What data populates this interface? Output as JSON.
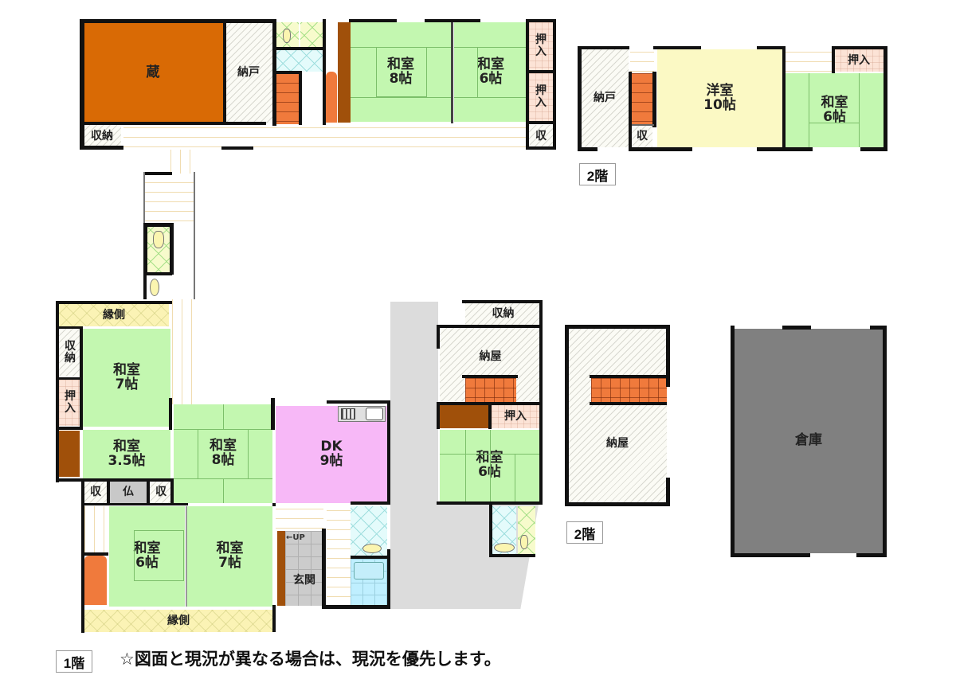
{
  "note": "☆図面と現況が異なる場合は、現況を優先します。",
  "floor_labels": {
    "first": "1階",
    "second_main": "2階",
    "second_barn": "2階"
  },
  "colors": {
    "tatami": "#c3f7b0",
    "kura": "#d96a05",
    "dk": "#f7b8f7",
    "western": "#fbf9c4",
    "storage_hatch": "#fbfbf5",
    "oshiire": "#fce3d6",
    "engawa": "#fbf3b5",
    "stairs": "#f07a3c",
    "warehouse": "#808080",
    "genkan": "#cccccc",
    "driveway": "#dcdcdc",
    "wood": "#a0500a"
  },
  "first_floor_north": {
    "kura": "蔵",
    "nando": "納戸",
    "shuno": "収納",
    "washitsu8": {
      "name": "和室",
      "size": "8帖"
    },
    "washitsu6": {
      "name": "和室",
      "size": "6帖"
    },
    "oshiire_a": "押入",
    "oshiire_b": "押入",
    "shu": "収"
  },
  "second_floor_main": {
    "nando": "納戸",
    "shu": "収",
    "youshitsu": {
      "name": "洋室",
      "size": "10帖"
    },
    "washitsu6": {
      "name": "和室",
      "size": "6帖"
    },
    "oshiire": "押入"
  },
  "first_floor_main": {
    "engawa_top": "縁側",
    "shuno": "収納",
    "oshiire": "押入",
    "washitsu7a": {
      "name": "和室",
      "size": "7帖"
    },
    "washitsu35": {
      "name": "和室",
      "size": "3.5帖"
    },
    "washitsu8": {
      "name": "和室",
      "size": "8帖"
    },
    "dk": {
      "name": "DK",
      "size": "9帖"
    },
    "shu_left": "収",
    "butsudan": "仏",
    "shu_right": "収",
    "washitsu6": {
      "name": "和室",
      "size": "6帖"
    },
    "washitsu7b": {
      "name": "和室",
      "size": "7帖"
    },
    "genkan": "玄関",
    "up": "UP",
    "engawa_bottom": "縁側"
  },
  "barn_first": {
    "shuno": "収納",
    "naya": "納屋",
    "oshiire": "押入",
    "washitsu6": {
      "name": "和室",
      "size": "6帖"
    }
  },
  "barn_second": {
    "naya": "納屋"
  },
  "warehouse": {
    "name": "倉庫"
  }
}
